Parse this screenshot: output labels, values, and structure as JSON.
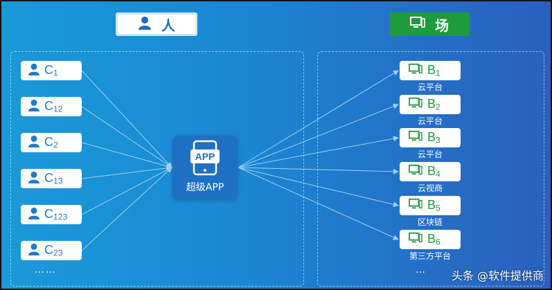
{
  "colors": {
    "bg_left": "#1a9ad9",
    "bg_right": "#2a5fbd",
    "person_blue": "#1e7cc9",
    "scene_green": "#1e9b3c",
    "app_blue": "#1e70c4",
    "arrow": "#9fd2f5"
  },
  "header_left": {
    "icon": "person-icon",
    "label": "人"
  },
  "header_right": {
    "icon": "monitor-icon",
    "label": "场"
  },
  "users": [
    {
      "base": "C",
      "sub": "1"
    },
    {
      "base": "C",
      "sub": "12"
    },
    {
      "base": "C",
      "sub": "2"
    },
    {
      "base": "C",
      "sub": "13"
    },
    {
      "base": "C",
      "sub": "123"
    },
    {
      "base": "C",
      "sub": "23"
    }
  ],
  "users_ellipsis": "……",
  "app": {
    "icon_text": "APP",
    "label": "超级APP"
  },
  "scenes": [
    {
      "base": "B",
      "sub": "1",
      "caption": "云平台"
    },
    {
      "base": "B",
      "sub": "2",
      "caption": "云平台"
    },
    {
      "base": "B",
      "sub": "3",
      "caption": "云平台"
    },
    {
      "base": "B",
      "sub": "4",
      "caption": "云视商"
    },
    {
      "base": "B",
      "sub": "5",
      "caption": "区块链"
    },
    {
      "base": "B",
      "sub": "6",
      "caption": "第三方平台"
    }
  ],
  "scenes_ellipsis": "…",
  "watermark": "头条 @软件提供商"
}
